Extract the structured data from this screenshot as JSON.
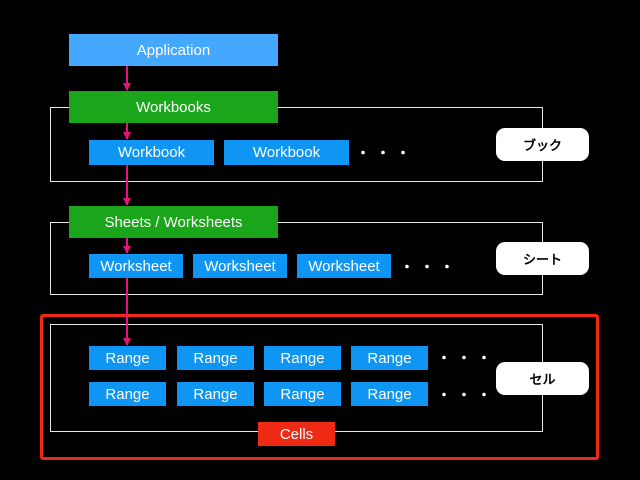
{
  "colors": {
    "background": "#000000",
    "application": "#44a8ff",
    "collection": "#1aa51a",
    "object": "#0f96f5",
    "cells": "#ee2a15",
    "arrow": "#e4147e",
    "frame": "#e8e8e8",
    "badge": "#ffffff"
  },
  "application": {
    "label": "Application"
  },
  "workbooks_group": {
    "label": "Workbooks",
    "items": [
      "Workbook",
      "Workbook"
    ],
    "ellipsis": "・・・",
    "badge": "ブック"
  },
  "sheets_group": {
    "label": "Sheets / Worksheets",
    "items": [
      "Worksheet",
      "Worksheet",
      "Worksheet"
    ],
    "ellipsis": "・・・",
    "badge": "シート"
  },
  "cells_group": {
    "rows": [
      [
        "Range",
        "Range",
        "Range",
        "Range"
      ],
      [
        "Range",
        "Range",
        "Range",
        "Range"
      ]
    ],
    "ellipsis": "・・・",
    "label": "Cells",
    "badge": "セル"
  }
}
